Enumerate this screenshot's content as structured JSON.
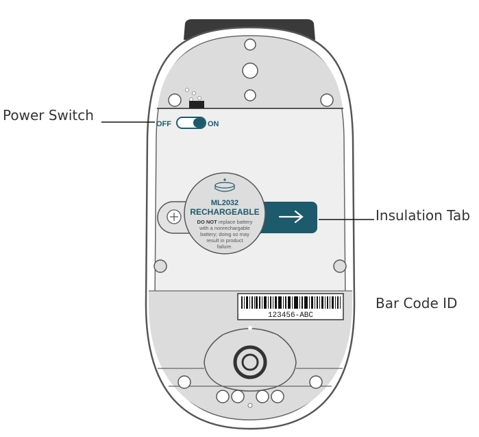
{
  "callouts": {
    "power_switch": "Power Switch",
    "insulation_tab": "Insulation Tab",
    "bar_code_id": "Bar Code ID"
  },
  "switch": {
    "off_label": "OFF",
    "on_label": "ON",
    "state": "on"
  },
  "battery": {
    "model": "ML2032",
    "type": "RECHARGEABLE",
    "warning_bold": "DO NOT",
    "warning_line1": "replace battery",
    "warning_line2": "with a nonrechargable",
    "warning_line3": "battery; doing so may",
    "warning_line4": "result in product",
    "warning_line5": "failure."
  },
  "barcode": {
    "id": "123456-ABC"
  },
  "colors": {
    "teal": "#1c5a6c",
    "body_outline": "#555555",
    "panel_gray": "#dcdcdc",
    "light_gray": "#eeeeee"
  }
}
